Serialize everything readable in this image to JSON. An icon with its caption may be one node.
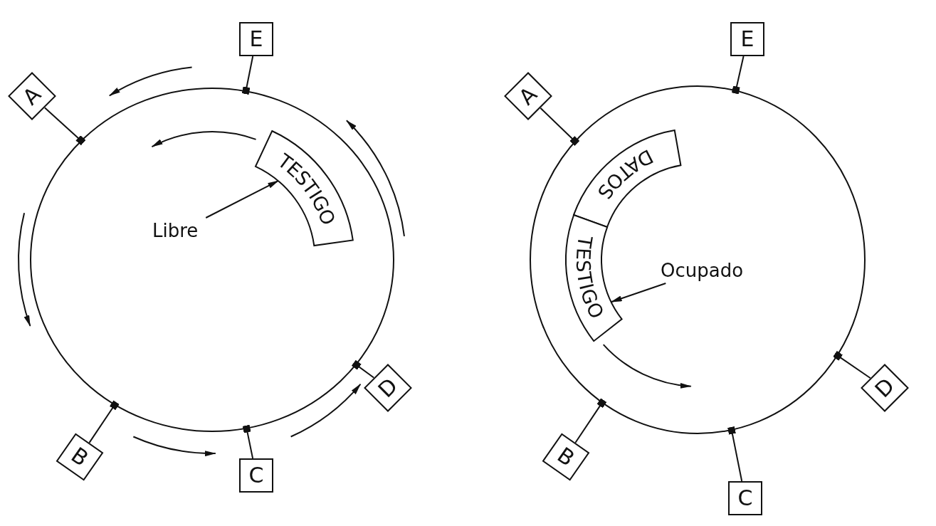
{
  "diagram": {
    "nodes": [
      {
        "text": [],
        "shape": "circle"
      },
      {
        "text": [
          "A"
        ]
      },
      {
        "text": [
          "E"
        ]
      },
      {
        "text": [
          "B"
        ]
      },
      {
        "text": [
          "C"
        ]
      },
      {
        "text": [
          "D"
        ]
      },
      {
        "text": [
          "TESTIGO"
        ],
        "in": 0
      },
      {
        "text": [
          "Libre"
        ],
        "in": 0
      },
      {
        "text": [],
        "shape": "circle"
      },
      {
        "text": [
          "A"
        ]
      },
      {
        "text": [
          "E"
        ]
      },
      {
        "text": [
          "B"
        ]
      },
      {
        "text": [
          "C"
        ]
      },
      {
        "text": [
          "D"
        ]
      },
      {
        "text": [
          "DATOS"
        ],
        "in": 8
      },
      {
        "text": [
          "TESTIGO"
        ],
        "in": 8
      },
      {
        "text": [
          "Ocupado"
        ],
        "in": 8
      }
    ],
    "edges": [
      {
        "from": 1,
        "to": 0,
        "arrow": "other"
      },
      {
        "from": 2,
        "to": 0,
        "arrow": "other"
      },
      {
        "from": 3,
        "to": 0,
        "arrow": "other"
      },
      {
        "from": 4,
        "to": 0,
        "arrow": "other"
      },
      {
        "from": 5,
        "to": 0,
        "arrow": "other"
      },
      {
        "from": 7,
        "to": 6,
        "arrow": "to"
      },
      {
        "from": 9,
        "to": 8,
        "arrow": "other"
      },
      {
        "from": 10,
        "to": 8,
        "arrow": "other"
      },
      {
        "from": 11,
        "to": 8,
        "arrow": "other"
      },
      {
        "from": 12,
        "to": 8,
        "arrow": "other"
      },
      {
        "from": 13,
        "to": 8,
        "arrow": "other"
      },
      {
        "from": 16,
        "to": 15,
        "arrow": "to"
      }
    ]
  }
}
